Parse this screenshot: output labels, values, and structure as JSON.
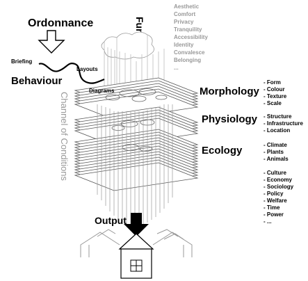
{
  "diagram": {
    "ordonnance": "Ordonnance",
    "function": "Function",
    "briefing": "Briefing",
    "layouts": "Layouts",
    "behaviour": "Behaviour",
    "diagrams": "Diagrams",
    "channel": "Channel of Conditions",
    "morphology": "Morphology",
    "physiology": "Physiology",
    "ecology": "Ecology",
    "output": "Output",
    "function_list": [
      "Aesthetic",
      "Comfort",
      "Privacy",
      "Tranquility",
      "Accessibility",
      "Identity",
      "Convalesce",
      "Belonging",
      "..."
    ],
    "morphology_list": [
      "- Form",
      "- Colour",
      "- Texture",
      "- Scale"
    ],
    "physiology_list": [
      "- Structure",
      "- Infrastructure",
      "- Location"
    ],
    "ecology_list": [
      "- Climate",
      "- Plants",
      "- Animals"
    ],
    "other_list": [
      "- Culture",
      "- Economy",
      "- Sociology",
      "- Policy",
      "- Welfare",
      "- Time",
      "- Power",
      "- ..."
    ]
  }
}
